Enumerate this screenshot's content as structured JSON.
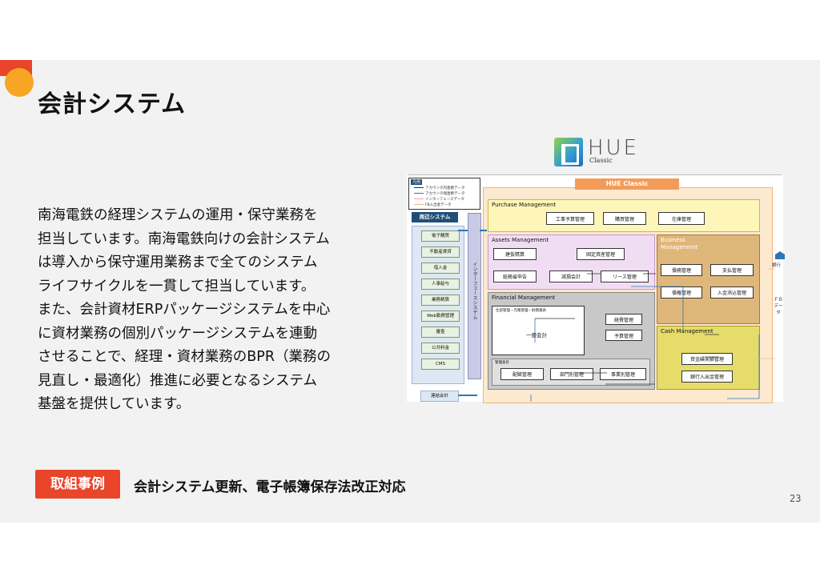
{
  "header": {
    "title": "会計システム"
  },
  "description": {
    "lines": [
      "南海電鉄の経理システムの運用・保守業務を",
      "担当しています。南海電鉄向けの会計システム",
      "は導入から保守運用業務まで全てのシステム",
      "ライフサイクルを一貫して担当しています。",
      "また、会計資材ERPパッケージシステムを中心",
      "に資材業務の個別パッケージシステムを連動",
      "させることで、経理・資材業務のBPR（業務の",
      "見直し・最適化）推進に必要となるシステム",
      "基盤を提供しています。"
    ]
  },
  "footer": {
    "badge_label": "取組事例",
    "example_text": "会計システム更新、電子帳簿保存法改正対応",
    "page_number": "23"
  },
  "logo": {
    "text": "HUE",
    "subtext": "Classic"
  },
  "diagram": {
    "legend": {
      "header": "凡例",
      "items": [
        {
          "label": "アカウンタ内連携データ",
          "color": "#333333"
        },
        {
          "label": "アカウンタ間連携データ",
          "color": "#2f75b5"
        },
        {
          "label": "インターフェースデータ",
          "color": "#f4a0a0"
        },
        {
          "label": "FB入出金データ",
          "color": "#f4b183"
        }
      ]
    },
    "hue_header": "HUE Classic",
    "peripheral": {
      "header": "周辺システム",
      "items": [
        "電子購買",
        "不動産賃貸",
        "借入金",
        "人事給与",
        "業務精算",
        "Web勤務管理",
        "審査",
        "公共料金",
        "CMS"
      ],
      "bottom_item": "連結会計"
    },
    "interface_label": "インターフェースシステム",
    "purchase": {
      "title": "Purchase Management",
      "items": [
        "工事予算管理",
        "購買管理",
        "在庫管理"
      ]
    },
    "assets": {
      "title": "Assets Management",
      "items": [
        "建仮精算",
        "固定資産管理",
        "総務省申告",
        "減損会計",
        "リース管理"
      ]
    },
    "business": {
      "title": "Business Management",
      "items": [
        "債務管理",
        "支払管理",
        "債権管理",
        "入金消込管理"
      ]
    },
    "financial": {
      "title": "Financial Management",
      "sub_label": "仕訳管理・元帳管理・財務諸表",
      "main_item": "一般会計",
      "side_items": [
        "経費管理",
        "予算管理"
      ],
      "mgmt_label": "管理会計",
      "mgmt_items": [
        "配賦管理",
        "部門別管理",
        "事業別管理"
      ]
    },
    "cash": {
      "title": "Cash Management",
      "items": [
        "資金繰実績管理",
        "銀行入出金管理"
      ]
    },
    "external": {
      "bank": "銀行",
      "fb_data_line1": "ＦＢ",
      "fb_data_line2": "データ"
    }
  }
}
